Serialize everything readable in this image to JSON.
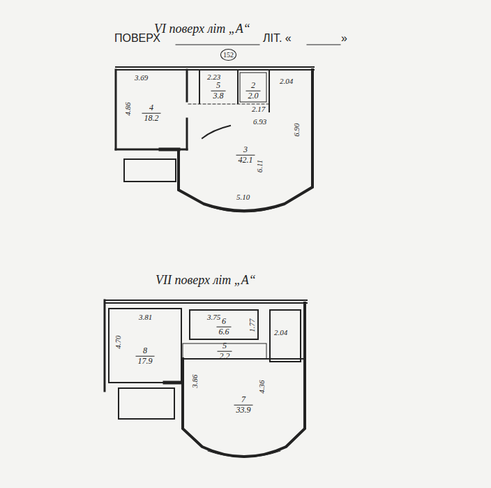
{
  "diagram": {
    "nodes": [
      {
        "text": [
          "4",
          "18.2"
        ]
      },
      {
        "text": [
          "5",
          "3.8"
        ]
      },
      {
        "text": [
          "2",
          "2.0"
        ]
      },
      {
        "text": [
          "3",
          "42.1"
        ]
      },
      {
        "text": [
          "8",
          "17.9"
        ]
      },
      {
        "text": [
          "6",
          "6.6"
        ]
      },
      {
        "text": [
          "5",
          "2.2"
        ]
      },
      {
        "text": [
          "7",
          "33.9"
        ]
      }
    ],
    "labels": [
      "VI поверх літ „А“",
      "ПОВЕРХ",
      "ЛІТ. «",
      "»",
      "152",
      "3.69",
      "2.23",
      "2.04",
      "4.86",
      "2.17",
      "6.93",
      "6.90",
      "6.11",
      "5.10",
      "VII поверх літ „А“",
      "3.81",
      "3.75",
      "1.77",
      "2.04",
      "4.70",
      "3.86",
      "4.36"
    ]
  }
}
